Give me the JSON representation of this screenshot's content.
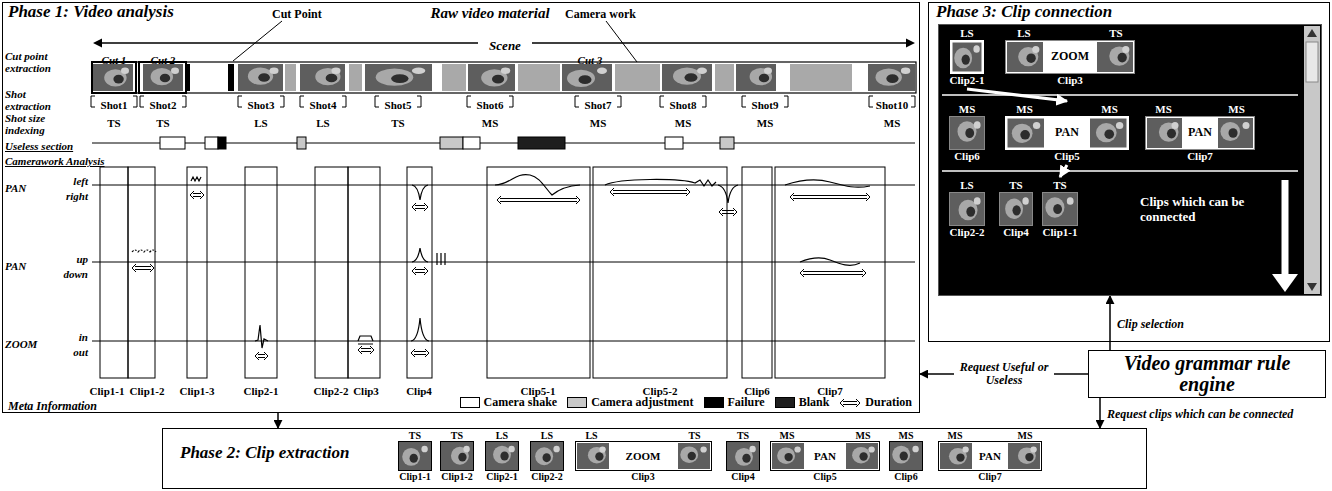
{
  "diagram": {
    "nodes": [
      {
        "text": [
          "Phase 1: Video analysis"
        ]
      },
      {
        "text": [
          "Phase 3: Clip connection"
        ]
      },
      {
        "text": [
          "Clips which can be connected"
        ],
        "in": 1
      },
      {
        "text": [
          "LS",
          "Clip2-1"
        ],
        "in": 2
      },
      {
        "text": [
          "LS",
          "TS",
          "ZOOM",
          "Clip3"
        ],
        "in": 2
      },
      {
        "text": [
          "MS",
          "Clip6"
        ],
        "in": 2
      },
      {
        "text": [
          "MS",
          "MS",
          "PAN",
          "Clip5"
        ],
        "in": 2
      },
      {
        "text": [
          "MS",
          "MS",
          "PAN",
          "Clip7"
        ],
        "in": 2
      },
      {
        "text": [
          "LS",
          "Clip2-2"
        ],
        "in": 2
      },
      {
        "text": [
          "TS",
          "Clip4"
        ],
        "in": 2
      },
      {
        "text": [
          "TS",
          "Clip1-1"
        ],
        "in": 2
      },
      {
        "text": [
          "Video grammar rule engine"
        ]
      },
      {
        "text": [
          "Phase 2: Clip extraction"
        ]
      },
      {
        "text": [
          "TS",
          "Clip1-1"
        ],
        "in": 12
      },
      {
        "text": [
          "TS",
          "Clip1-2"
        ],
        "in": 12
      },
      {
        "text": [
          "LS",
          "Clip2-1"
        ],
        "in": 12
      },
      {
        "text": [
          "LS",
          "Clip2-2"
        ],
        "in": 12
      },
      {
        "text": [
          "LS",
          "TS",
          "ZOOM",
          "Clip3"
        ],
        "in": 12
      },
      {
        "text": [
          "TS",
          "Clip4"
        ],
        "in": 12
      },
      {
        "text": [
          "MS",
          "MS",
          "PAN",
          "Clip5"
        ],
        "in": 12
      },
      {
        "text": [
          "MS",
          "Clip6"
        ],
        "in": 12
      },
      {
        "text": [
          "MS",
          "MS",
          "PAN",
          "Clip7"
        ],
        "in": 12
      }
    ],
    "edges": [
      {
        "from": 0,
        "to": 12,
        "arrow": "to"
      },
      {
        "from": 11,
        "to": 0,
        "label": "Request Useful or Useless",
        "arrow": "to"
      },
      {
        "from": 11,
        "to": 12,
        "label": "Request clips which can be connected",
        "arrow": "to"
      },
      {
        "from": 11,
        "to": 2,
        "label": "Clip selection",
        "arrow": "to"
      },
      {
        "from": 3,
        "to": 6,
        "arrow": "to"
      },
      {
        "from": 6,
        "to": 10,
        "arrow": "to"
      }
    ],
    "labels": [
      "Raw video material",
      "Cut Point",
      "Camera work",
      "Scene",
      "Cut point extraction",
      "Cut 1",
      "Cut 2",
      "Cut 3",
      "Shot extraction",
      "Shot1",
      "Shot2",
      "Shot3",
      "Shot4",
      "Shot5",
      "Shot6",
      "Shot7",
      "Shot8",
      "Shot9",
      "Shot10",
      "Shot size indexing",
      "TS",
      "TS",
      "LS",
      "LS",
      "TS",
      "MS",
      "MS",
      "MS",
      "MS",
      "MS",
      "Useless section",
      "Camerawork Analysis",
      "PAN",
      "left",
      "right",
      "PAN",
      "up",
      "down",
      "ZOOM",
      "in",
      "out",
      "Clip1-1",
      "Clip1-2",
      "Clip1-3",
      "Clip2-1",
      "Clip2-2",
      "Clip3",
      "Clip4",
      "Clip5-1",
      "Clip5-2",
      "Clip6",
      "Clip7",
      "Meta Information"
    ],
    "legend": [
      {
        "text": "Camera shake",
        "color": "#ffffff"
      },
      {
        "text": "Camera adjustment",
        "color": "#c8c8c8"
      },
      {
        "text": "Failure",
        "color": "#000000"
      },
      {
        "text": "Blank",
        "color": "#1e1e1e"
      },
      {
        "text": "Duration"
      }
    ]
  }
}
